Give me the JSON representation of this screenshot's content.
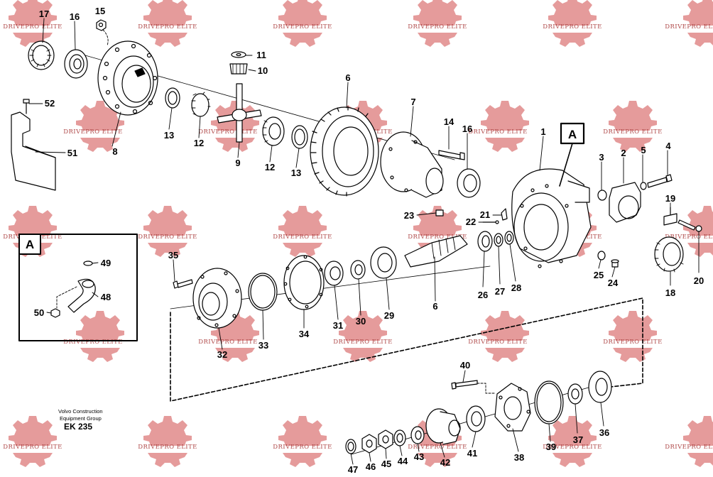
{
  "watermark": {
    "text": "DRIVEPRO ELITE",
    "gear_color": "#e08a8a",
    "text_color": "#b04b4b"
  },
  "caption": {
    "line1": "Volvo Construction",
    "line2": "Equipment Group",
    "code": "EK 235"
  },
  "detail_tags": {
    "a_main": "A",
    "a_inset": "A"
  },
  "callouts": {
    "c1": "1",
    "c2": "2",
    "c3": "3",
    "c4": "4",
    "c5": "5",
    "c6a": "6",
    "c6b": "6",
    "c7": "7",
    "c8": "8",
    "c9": "9",
    "c10": "10",
    "c11": "11",
    "c12a": "12",
    "c12b": "12",
    "c13a": "13",
    "c13b": "13",
    "c14": "14",
    "c15": "15",
    "c16a": "16",
    "c16b": "16",
    "c17": "17",
    "c18": "18",
    "c19": "19",
    "c20": "20",
    "c21": "21",
    "c22": "22",
    "c23": "23",
    "c24": "24",
    "c25": "25",
    "c26": "26",
    "c27": "27",
    "c28": "28",
    "c29": "29",
    "c30": "30",
    "c31": "31",
    "c32": "32",
    "c33": "33",
    "c34": "34",
    "c35": "35",
    "c36": "36",
    "c37": "37",
    "c38": "38",
    "c39": "39",
    "c40": "40",
    "c41": "41",
    "c42": "42",
    "c43": "43",
    "c44": "44",
    "c45": "45",
    "c46": "46",
    "c47": "47",
    "c48": "48",
    "c49": "49",
    "c50": "50",
    "c51": "51",
    "c52": "52"
  }
}
